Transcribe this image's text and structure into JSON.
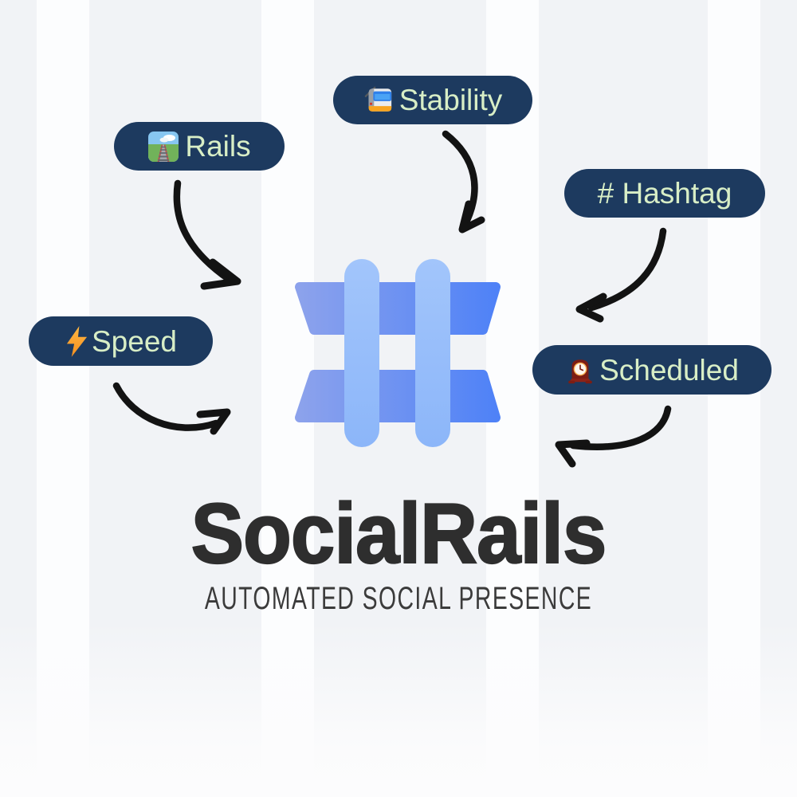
{
  "poster": {
    "title": "SocialRails",
    "subtitle": "AUTOMATED SOCIAL PRESENCE"
  },
  "badges": [
    {
      "label": "Stability",
      "emoji": "🚈",
      "icon": "light-rail-emoji"
    },
    {
      "label": "Rails",
      "emoji": "🛤️",
      "icon": "railway-track-emoji"
    },
    {
      "label": "# Hashtag",
      "emoji": null,
      "icon": null
    },
    {
      "label": "Speed",
      "emoji": "⚡",
      "icon": "high-voltage-emoji"
    },
    {
      "label": "Scheduled",
      "emoji": "🕰️",
      "icon": "mantel-clock-emoji"
    }
  ],
  "logo": {
    "name": "hashtag-rails-mark",
    "description": "stylized hashtag of two blue trapezoid rails crossed by two light-blue posts"
  },
  "colors": {
    "badge_background": "#1D3A5F",
    "badge_text": "#D8EEC6",
    "logo_bar_gradient_left": "#8CA2EC",
    "logo_bar_gradient_right": "#4F82F7",
    "logo_post_blue": "#93BDFA",
    "title_text": "#2E2E2E",
    "subtitle_text": "#3B3B3B",
    "arrow": "#131313",
    "background_base": "#F1F3F6",
    "background_stripe": "#FCFDFE"
  }
}
